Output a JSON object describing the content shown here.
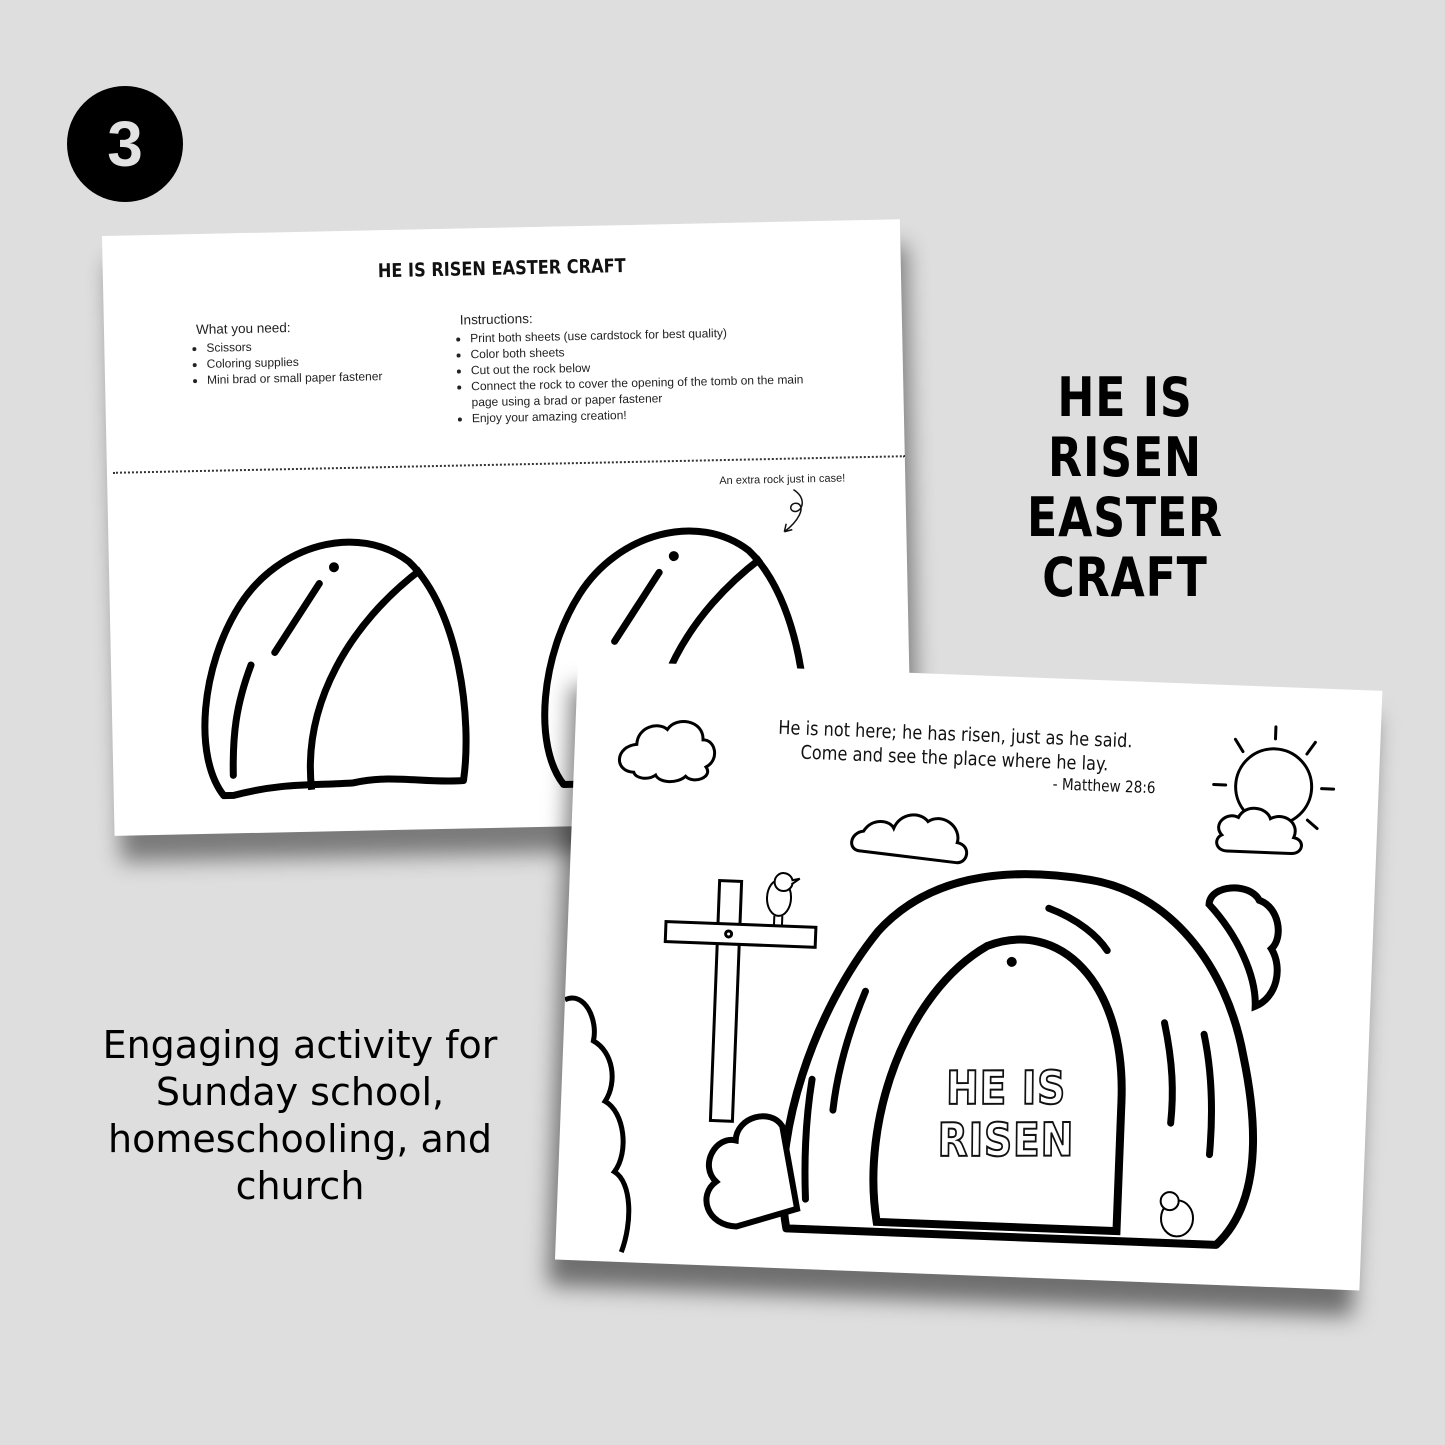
{
  "step_badge": {
    "number": "3"
  },
  "side_panel": {
    "title_line1": "HE IS RISEN",
    "title_line2": "EASTER CRAFT",
    "subtitle": "Engaging activity for Sunday school, homeschooling, and church"
  },
  "instruction_sheet": {
    "title": "HE IS RISEN EASTER CRAFT",
    "needs_label": "What you need:",
    "needs": [
      "Scissors",
      "Coloring supplies",
      "Mini brad or small paper fastener"
    ],
    "instructions_label": "Instructions:",
    "instructions": [
      "Print both sheets (use cardstock for best quality)",
      "Color both sheets",
      "Cut out the rock below",
      "Connect the rock to cover the opening of the tomb on the main page using a brad or paper fastener",
      "Enjoy your amazing creation!"
    ],
    "extra_note": "An extra rock just in case!",
    "icons": [
      "rock-cutout-icon",
      "rock-cutout-icon",
      "curly-arrow-icon"
    ]
  },
  "coloring_sheet": {
    "verse": "He is not here; he has risen, just as he said. Come and see the place where he lay.",
    "verse_line1": "He is not here; he has risen, just as he said.",
    "verse_line2": "Come and see the place where he lay.",
    "verse_ref": "- Matthew 28:6",
    "tomb_text": "HE IS RISEN",
    "icons": [
      "cloud-icon",
      "cloud-icon",
      "sun-icon",
      "cross-icon",
      "bird-icon",
      "tomb-icon",
      "bush-icon",
      "chick-icon"
    ]
  },
  "colors": {
    "background": "#dedede",
    "ink": "#000000",
    "paper": "#ffffff"
  }
}
